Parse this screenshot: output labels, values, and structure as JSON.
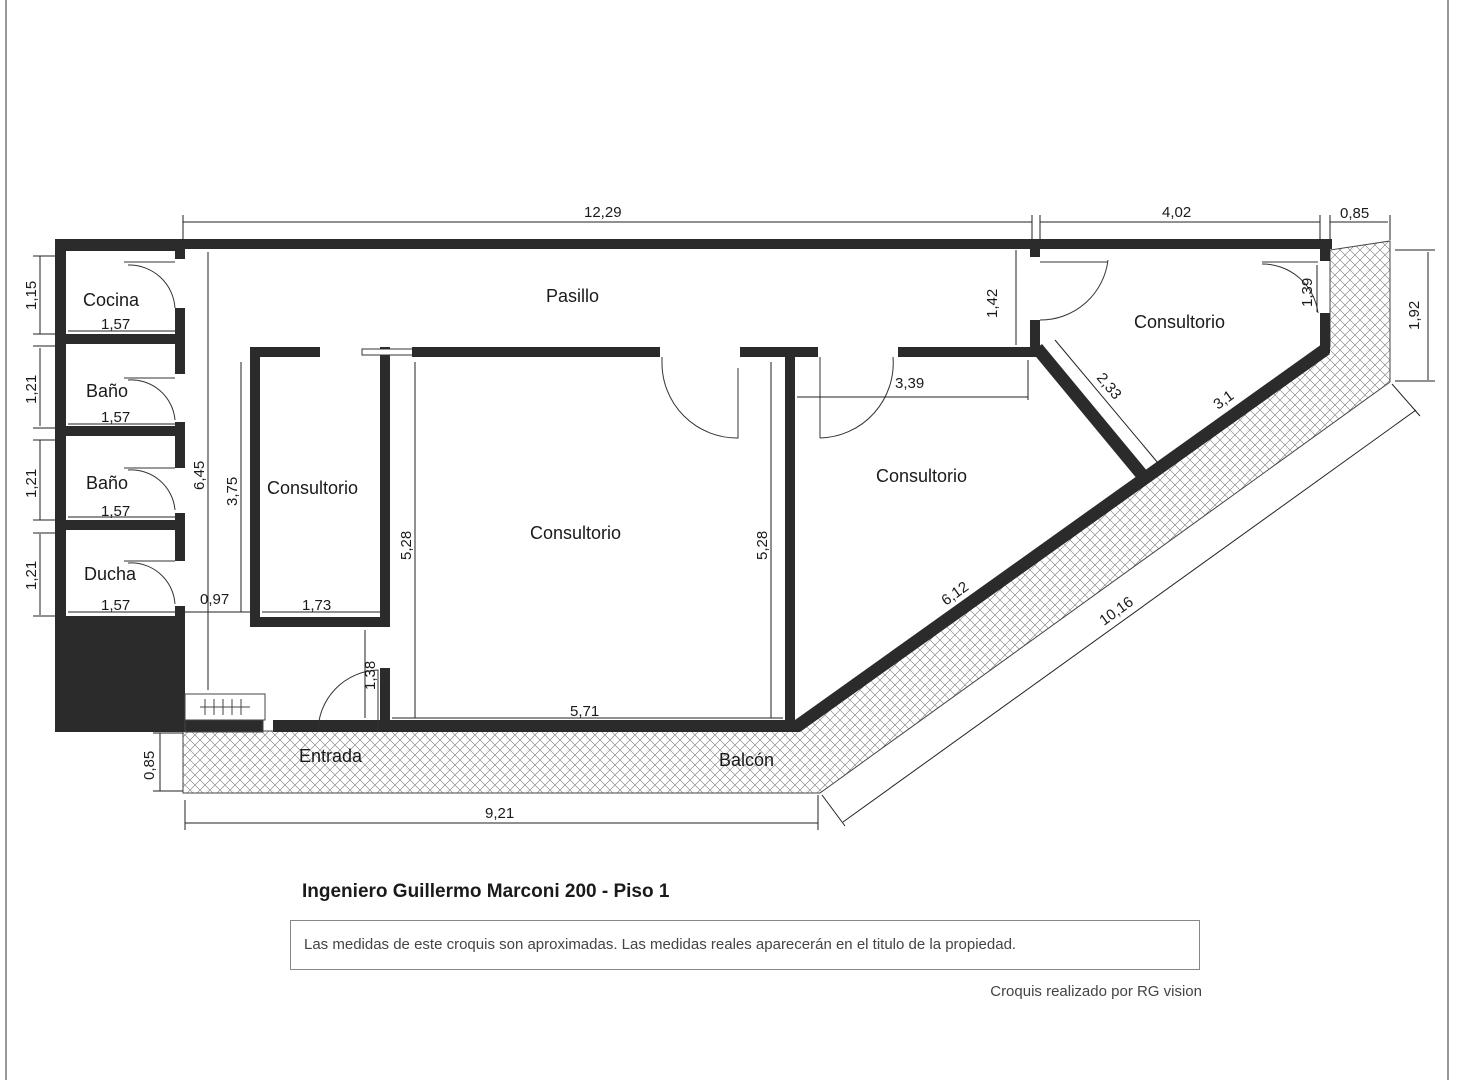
{
  "plan": {
    "rooms": {
      "cocina": "Cocina",
      "pasillo": "Pasillo",
      "bano_1": "Baño",
      "bano_2": "Baño",
      "ducha": "Ducha",
      "consultorio_small": "Consultorio",
      "consultorio_center": "Consultorio",
      "consultorio_right": "Consultorio",
      "consultorio_corner": "Consultorio",
      "entrada": "Entrada",
      "balcon": "Balcón"
    },
    "dimensions": {
      "top_total": "12,29",
      "top_right": "4,02",
      "top_corner": "0,85",
      "right_side": "1,92",
      "cocina_height": "1,15",
      "cocina_width": "1,57",
      "bano1_height": "1,21",
      "bano1_width": "1,57",
      "bano2_height": "1,21",
      "bano2_width": "1,57",
      "ducha_height": "1,21",
      "ducha_width": "1,57",
      "corridor_gap": "0,97",
      "left_long": "6,45",
      "small_height": "3,75",
      "small_width": "1,73",
      "center_left_height": "5,28",
      "center_right_height": "5,28",
      "center_width": "5,71",
      "entry_height": "1,38",
      "right_top_width": "3,39",
      "corner_height": "1,42",
      "corner_door": "1,39",
      "diag_short": "2,33",
      "diag_upper": "3,1",
      "diag_long": "6,12",
      "balcony_depth": "0,85",
      "balcony_width": "9,21",
      "balcony_diag": "10,16"
    }
  },
  "footer": {
    "address": "Ingeniero Guillermo Marconi 200 - Piso 1",
    "disclaimer": "Las medidas de este croquis son aproximadas. Las medidas reales aparecerán en el titulo de la propiedad.",
    "credit": "Croquis realizado por RG vision"
  }
}
